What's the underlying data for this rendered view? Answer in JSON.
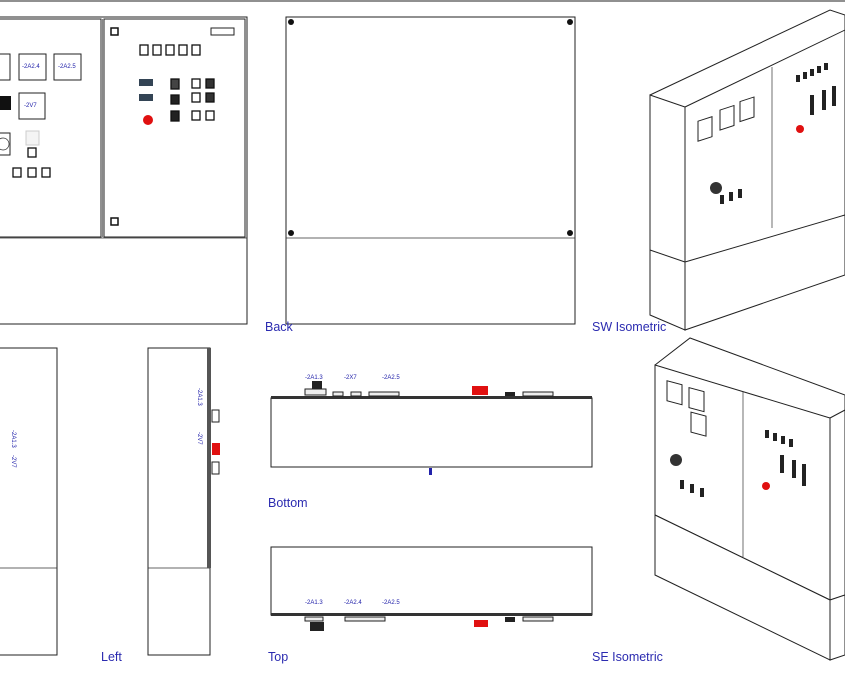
{
  "views": {
    "back": "Back",
    "sw_isometric": "SW Isometric",
    "bottom": "Bottom",
    "left": "Left",
    "top": "Top",
    "se_isometric": "SE Isometric"
  },
  "tags": {
    "front_meter_1": "-2A2.4",
    "front_meter_2": "-2A2.5",
    "front_meter_3": "-2V7",
    "bottom_1": "-2A1.3",
    "bottom_2": "-2X7",
    "bottom_3": "-2A2.5",
    "top_1": "-2A1.3",
    "top_2": "-2A2.4",
    "top_3": "-2A2.5",
    "side_1": "-2A1.3",
    "side_2": "-2V7"
  },
  "colors": {
    "label": "#2b2bb0",
    "emergency_stop": "#e01010",
    "line": "#222222"
  }
}
